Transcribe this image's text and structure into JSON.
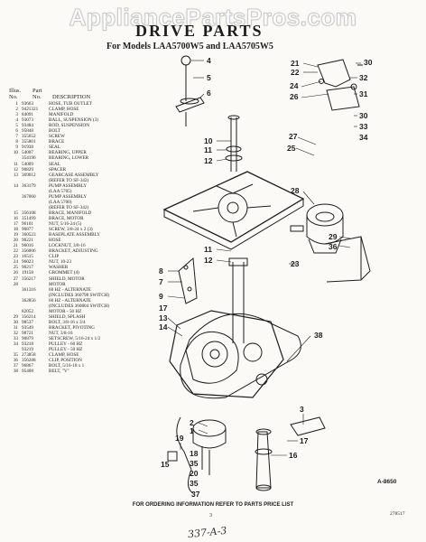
{
  "watermark": "AppliancePartsPros.com",
  "title": "DRIVE PARTS",
  "subtitle": "For Models LAA5700W5 and LAA5705W5",
  "columns": {
    "illus": "Illus.",
    "no": "No.",
    "part": "Part",
    "partno": "No.",
    "description": "DESCRIPTION"
  },
  "parts": [
    [
      "1",
      "93663",
      "HOSE, TUB OUTLET"
    ],
    [
      "2",
      "9421321",
      "CLAMP, HOSE"
    ],
    [
      "3",
      "84091",
      "MANIFOLD"
    ],
    [
      "4",
      "93073",
      "BALL, SUSPENSION (3)"
    ],
    [
      "5",
      "93484",
      "ROD, SUSPENSION"
    ],
    [
      "6",
      "95848",
      "BOLT"
    ],
    [
      "7",
      "355652",
      "SCREW"
    ],
    [
      "8",
      "355801",
      "BRACE"
    ],
    [
      "9",
      "91938",
      "SEAL"
    ],
    [
      "10",
      "54007",
      "BEARING, UPPER"
    ],
    [
      "",
      "354196",
      "BEARING, LOWER"
    ],
    [
      "11",
      "54009",
      "SEAL"
    ],
    [
      "12",
      "90829",
      "SPACER"
    ],
    [
      "13",
      "369012",
      "GEARCASE ASSEMBLY"
    ],
    [
      "",
      "",
      "(REFER TO SF-342)"
    ],
    [
      "14",
      "363179",
      "PUMP ASSEMBLY"
    ],
    [
      "",
      "",
      "(LAA 5705)"
    ],
    [
      "",
      "367060",
      "PUMP ASSEMBLY"
    ],
    [
      "",
      "",
      "(LAA 5700)"
    ],
    [
      "",
      "",
      "(REFER TO SF-342)"
    ],
    [
      "15",
      "356108",
      "BRACE, MANIFOLD"
    ],
    [
      "16",
      "351499",
      "BRACE, MOTOR"
    ],
    [
      "17",
      "96101",
      "NUT, 5/16-24 (5)"
    ],
    [
      "18",
      "90877",
      "SCREW, 3/8-24 x 2 (3)"
    ],
    [
      "19",
      "360523",
      "BASEPLATE ASSEMBLY"
    ],
    [
      "20",
      "90221",
      "HOSE"
    ],
    [
      "21",
      "96016",
      "LOCKNUT, 3/8-16"
    ],
    [
      "22",
      "356006",
      "BRACKET, ADJUSTING"
    ],
    [
      "23",
      "16515",
      "CLIP"
    ],
    [
      "24",
      "96023",
      "NUT, 10-23"
    ],
    [
      "25",
      "90217",
      "WASHER"
    ],
    [
      "26",
      "19158",
      "GROMMET (4)"
    ],
    [
      "27",
      "356217",
      "SHIELD, MOTOR"
    ],
    [
      "28",
      "",
      "MOTOR"
    ],
    [
      "",
      "361316",
      "60 HZ - ALTERNATE"
    ],
    [
      "",
      "",
      "(INCLUDES 360798 SWITCH)"
    ],
    [
      "",
      "362856",
      "60 HZ - ALTERNATE"
    ],
    [
      "",
      "",
      "(INCLUDES 360804 SWITCH)"
    ],
    [
      "",
      "82052",
      "MOTOR - 50 HZ"
    ],
    [
      "29",
      "356214",
      "SHIELD, SPLASH"
    ],
    [
      "30",
      "98537",
      "BOLT, 3/8-16 x 3/4"
    ],
    [
      "31",
      "93549",
      "BRACKET, PIVOTING"
    ],
    [
      "32",
      "98721",
      "NUT, 3/8-16"
    ],
    [
      "33",
      "90879",
      "SETSCREW, 5/16-24 x 1/2"
    ],
    [
      "34",
      "93218",
      "PULLEY - 60 HZ"
    ],
    [
      "",
      "93219",
      "PULLEY - 50 HZ"
    ],
    [
      "35",
      "273858",
      "CLAMP, HOSE"
    ],
    [
      "36",
      "356288",
      "CLIP, POSITION"
    ],
    [
      "37",
      "96867",
      "BOLT, 5/16-18 x 1"
    ],
    [
      "38",
      "95408",
      "BELT, \"V\""
    ]
  ],
  "diagram": {
    "callouts": {
      "c4": "4",
      "c5": "5",
      "c6": "6",
      "c21": "21",
      "c22": "22",
      "c24": "24",
      "c26": "26",
      "c30a": "30",
      "c32": "32",
      "c31": "31",
      "c30b": "30",
      "c33": "33",
      "c34": "34",
      "c10": "10",
      "c11a": "11",
      "c12a": "12",
      "c27": "27",
      "c25": "25",
      "c28": "28",
      "c29": "29",
      "c36": "36",
      "c8": "8",
      "c7": "7",
      "c11b": "11",
      "c12b": "12",
      "c23": "23",
      "c9": "9",
      "c17a": "17",
      "c13": "13",
      "c14": "14",
      "c38": "38",
      "c2": "2",
      "c1": "1",
      "c19": "19",
      "c3": "3",
      "c16": "16",
      "c17b": "17",
      "c18": "18",
      "c35a": "35",
      "c20": "20",
      "c35b": "35",
      "c15": "15",
      "c37": "37"
    },
    "code": "A-8650"
  },
  "footer": {
    "order_note": "FOR ORDERING INFORMATION REFER TO PARTS PRICE LIST",
    "page": "3",
    "docref": "278517",
    "handwritten": "337-A-3"
  }
}
